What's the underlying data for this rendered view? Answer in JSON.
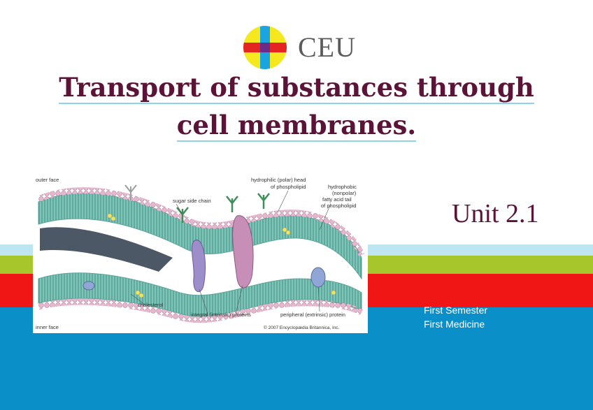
{
  "logo": {
    "text": "CEU",
    "icon": "ceu-cross-logo-icon"
  },
  "title": {
    "line1": "Transport of substances through",
    "line2": "cell membranes."
  },
  "unit": "Unit 2.1",
  "course": {
    "semester": "First Semester",
    "program": "First Medicine"
  },
  "figure": {
    "labels": {
      "outer_face": "outer face",
      "inner_face": "inner face",
      "sugar_side_chain": "sugar side chain",
      "hydrophilic_head_1": "hydrophilic (polar) head",
      "hydrophilic_head_2": "of phospholipid",
      "hydrophobic_1": "hydrophobic",
      "hydrophobic_2": "(nonpolar)",
      "hydrophobic_3": "fatty acid tail",
      "hydrophobic_4": "of phospholipid",
      "cholesterol": "cholesterol",
      "integral": "integral (intrinsic) proteins",
      "peripheral": "peripheral (extrinsic) protein",
      "copyright": "© 2007 Encyclopædia Britannica, Inc."
    }
  },
  "colors": {
    "title": "#5c1338",
    "band_blue": "#0b8fc9",
    "band_red": "#f01616",
    "band_green": "#a7c62b",
    "band_lightblue": "#bfe4f2"
  }
}
